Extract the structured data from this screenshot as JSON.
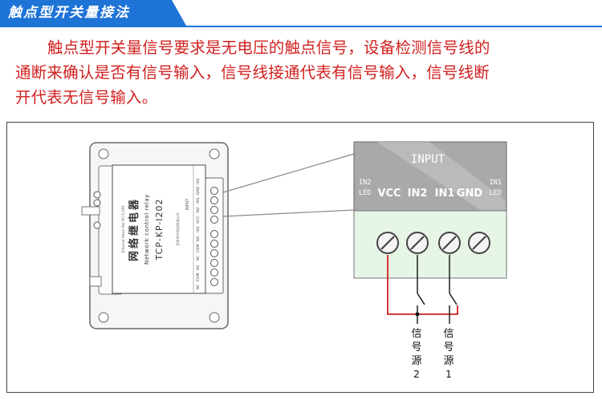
{
  "header": {
    "title": "触点型开关量接法",
    "accent_color": "#1e73d6"
  },
  "description": {
    "line1": "触点型开关量信号要求是无电压的触点信号，设备检测信号线的",
    "line2": "通断来确认是否有信号输入，信号线接通代表有信号输入，信号线断",
    "line3": "开代表无信号输入。",
    "color": "#d1201f"
  },
  "device": {
    "name_cn": "网络继电器",
    "name_en": "Network control relay",
    "model": "TCP-KP-I202",
    "side_labels": [
      "Ethernet",
      "Reset",
      "Pwr",
      "DC-5-24V"
    ],
    "input_label": "INPUT",
    "company": "深圳市XX科技有限公司",
    "terminal_labels": [
      "IN1",
      "GND",
      "IN1",
      "IN2",
      "VCC",
      "IN2",
      "NO",
      "COM",
      "NC",
      "NO",
      "COM",
      "NC"
    ]
  },
  "zoom_panel": {
    "title": "INPUT",
    "in2_led": [
      "IN2",
      "LED"
    ],
    "terminals": [
      "VCC",
      "IN2",
      "IN1",
      "GND"
    ],
    "in1_led": [
      "IN1",
      "LED"
    ]
  },
  "signal_sources": [
    {
      "chars": [
        "信",
        "号",
        "源",
        "2"
      ]
    },
    {
      "chars": [
        "信",
        "号",
        "源",
        "1"
      ]
    }
  ],
  "colors": {
    "wire_red": "#d1201f",
    "panel_gray": "#a9a9a9",
    "terminal_green": "#e6f5e6"
  }
}
